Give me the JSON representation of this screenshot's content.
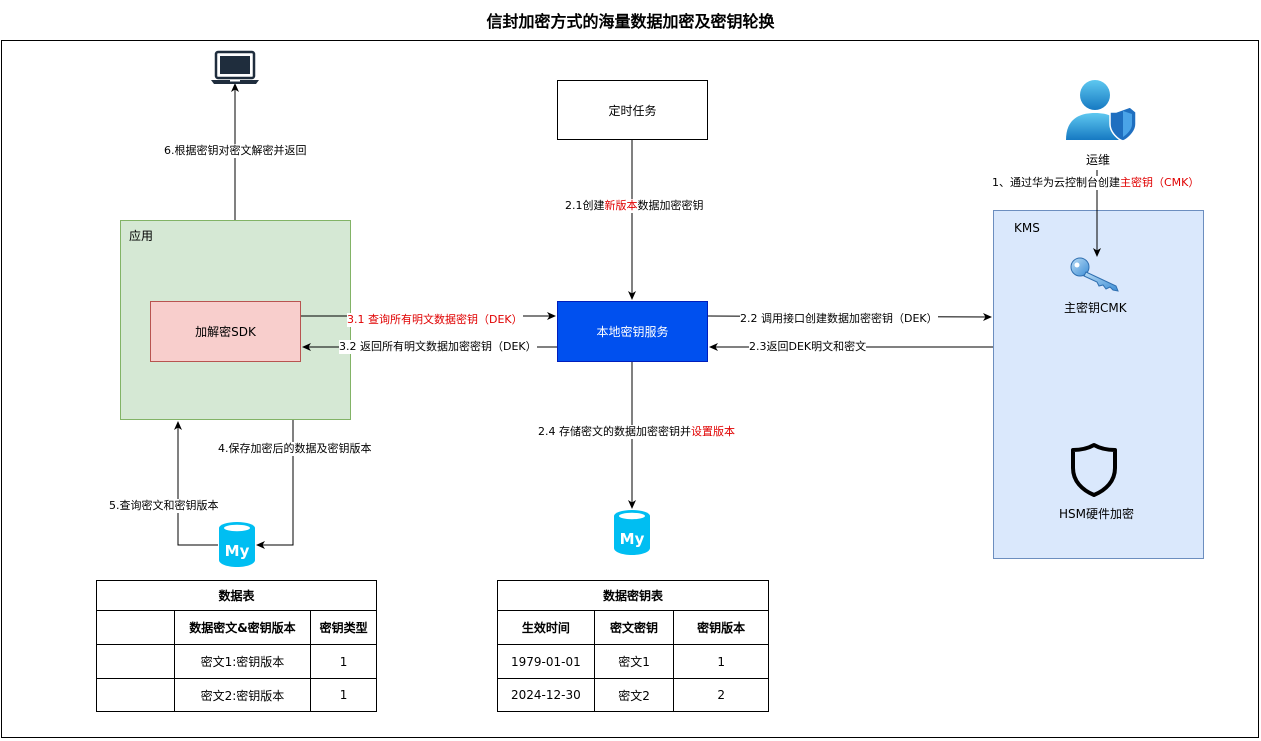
{
  "title": "信封加密方式的海量数据加密及密钥轮换",
  "nodes": {
    "app_label": "应用",
    "sdk": "加解密SDK",
    "timer": "定时任务",
    "local_kms": "本地密钥服务",
    "ops": "运维",
    "kms": "KMS",
    "cmk": "主密钥CMK",
    "hsm": "HSM硬件加密"
  },
  "edges": {
    "e1_prefix": "1、通过华为云控制台创建",
    "e1_highlight": "主密钥（CMK）",
    "e21_prefix": "2.1创建",
    "e21_highlight": "新版本",
    "e21_suffix": "数据加密密钥",
    "e22": "2.2 调用接口创建数据加密密钥（DEK）",
    "e23": "2.3返回DEK明文和密文",
    "e24_prefix": "2.4 存储密文的数据加密密钥并",
    "e24_highlight": "设置版本",
    "e31": "3.1 查询所有明文数据密钥（DEK）",
    "e32": "3.2 返回所有明文数据加密密钥（DEK）",
    "e4": "4.保存加密后的数据及密钥版本",
    "e5": "5.查询密文和密钥版本",
    "e6": "6.根据密钥对密文解密并返回"
  },
  "db_icon_text": "My",
  "data_table": {
    "title": "数据表",
    "headers": [
      "",
      "数据密文&密钥版本",
      "密钥类型"
    ],
    "rows": [
      [
        "",
        "密文1:密钥版本",
        "1"
      ],
      [
        "",
        "密文2:密钥版本",
        "1"
      ]
    ]
  },
  "key_table": {
    "title": "数据密钥表",
    "headers": [
      "生效时间",
      "密文密钥",
      "密钥版本"
    ],
    "rows": [
      [
        "1979-01-01",
        "密文1",
        "1"
      ],
      [
        "2024-12-30",
        "密文2",
        "2"
      ]
    ]
  },
  "colors": {
    "app_fill": "#d5e8d4",
    "app_border": "#82b366",
    "sdk_fill": "#f8cecc",
    "sdk_border": "#b85450",
    "service_fill": "#0050ef",
    "service_border": "#001dbc",
    "kms_fill": "#dae8fc",
    "kms_border": "#6c8ebf",
    "highlight": "#e00000",
    "db_icon": "#00bef2"
  }
}
